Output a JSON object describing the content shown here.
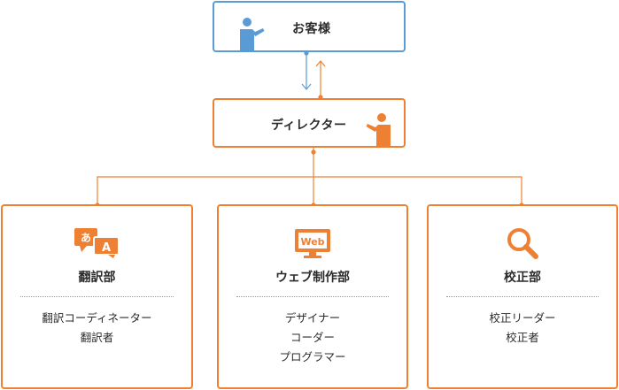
{
  "customer": {
    "label": "お客様",
    "icon": "person-icon",
    "color": "#5b9bd5"
  },
  "director": {
    "label": "ディレクター",
    "icon": "person-icon",
    "color": "#ee8033"
  },
  "departments": [
    {
      "icon": "translation-icon",
      "title": "翻訳部",
      "roles": [
        "翻訳コーディネーター",
        "翻訳者"
      ]
    },
    {
      "icon": "web-monitor-icon",
      "icon_text": "Web",
      "title": "ウェブ制作部",
      "roles": [
        "デザイナー",
        "コーダー",
        "プログラマー"
      ]
    },
    {
      "icon": "magnifier-icon",
      "title": "校正部",
      "roles": [
        "校正リーダー",
        "校正者"
      ]
    }
  ],
  "translation_icon_glyphs": {
    "left": "あ",
    "right": "A"
  },
  "colors": {
    "accent": "#ee8033",
    "customer": "#5b9bd5",
    "text": "#2b2b2b"
  }
}
